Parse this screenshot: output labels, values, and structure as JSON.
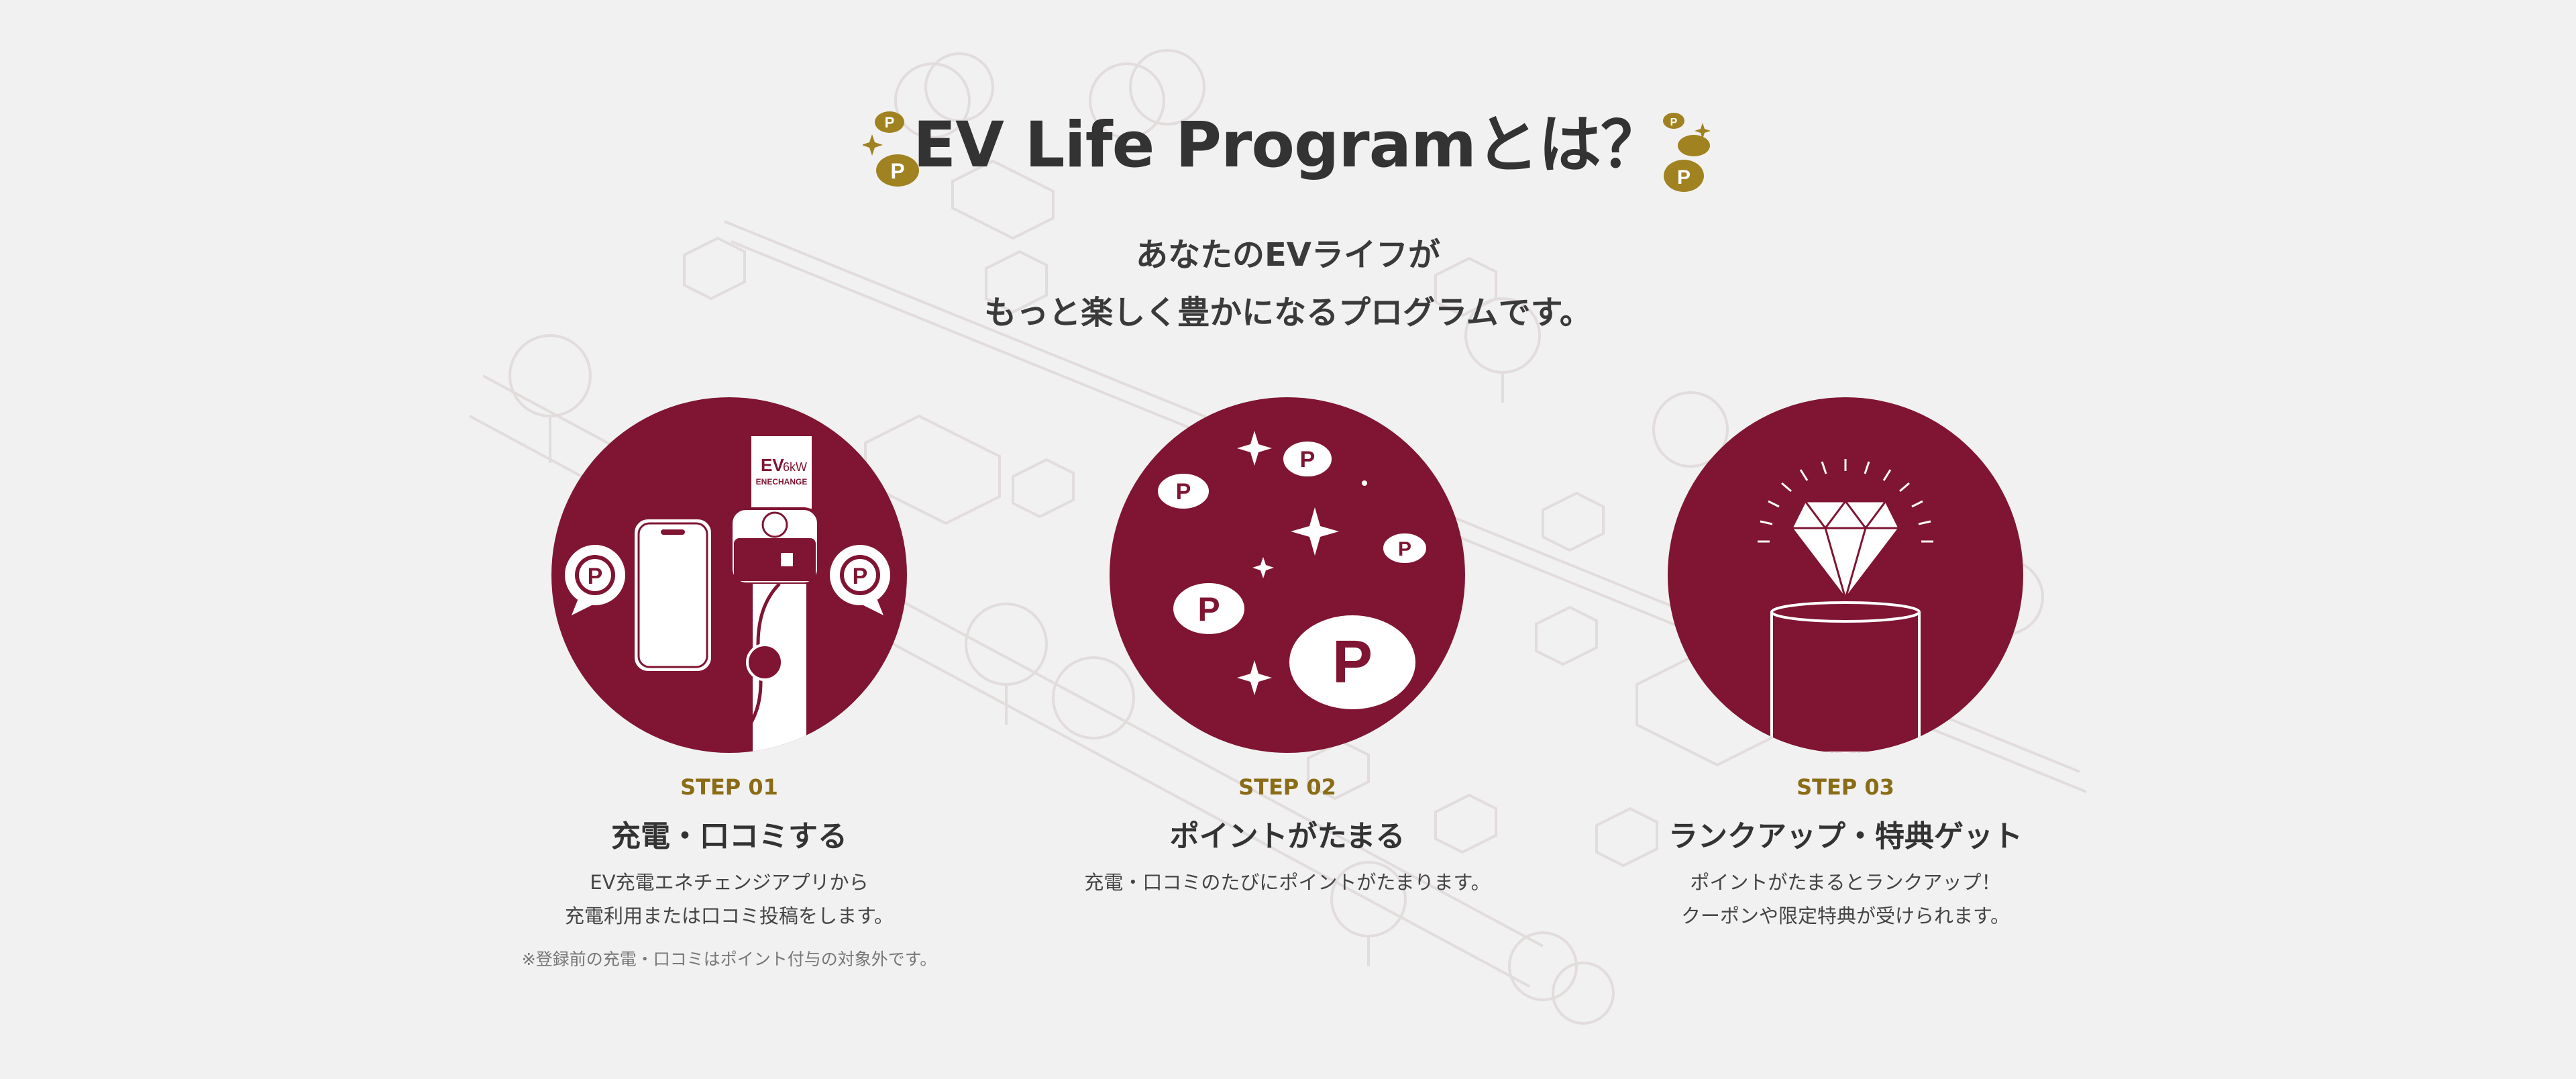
{
  "header": {
    "title": "EV Life Programとは？",
    "subtitle_line1": "あなたのEVライフが",
    "subtitle_line2": "もっと楽しく豊かになるプログラムです。"
  },
  "steps": [
    {
      "label": "STEP 01",
      "title": "充電・口コミする",
      "desc_line1": "EV充電エネチェンジアプリから",
      "desc_line2": "充電利用または口コミ投稿をします。",
      "note": "※登録前の充電・口コミはポイント付与の対象外です。",
      "charger_brand": "EV",
      "charger_power": "6kW",
      "charger_name": "ENECHANGE"
    },
    {
      "label": "STEP 02",
      "title": "ポイントがたまる",
      "desc_line1": "充電・口コミのたびにポイントがたまります。"
    },
    {
      "label": "STEP 03",
      "title": "ランクアップ・特典ゲット",
      "desc_line1": "ポイントがたまるとランクアップ！",
      "desc_line2": "クーポンや限定特典が受けられます。"
    }
  ],
  "icons": {
    "coin_letter": "P"
  },
  "colors": {
    "background": "#f1f1f1",
    "circle": "#7f1532",
    "step_label": "#8a6c16",
    "gold_coin": "#a08221",
    "text": "#333333"
  }
}
